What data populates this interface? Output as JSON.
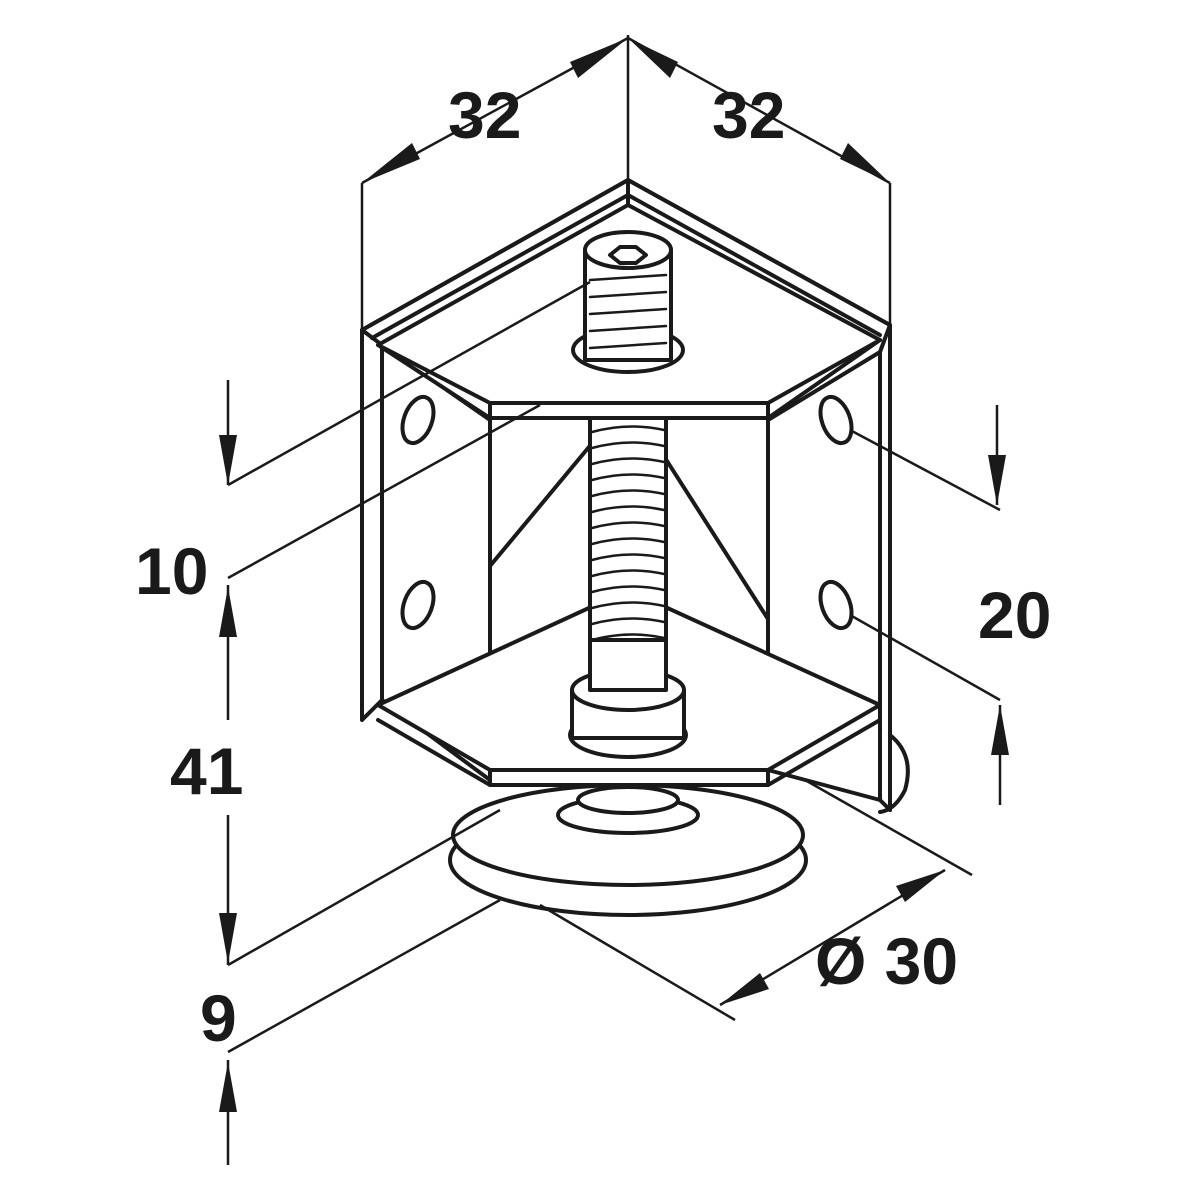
{
  "diagram": {
    "dimensions": {
      "width_left": "32",
      "width_right": "32",
      "plate_offset": "10",
      "hole_spacing": "20",
      "height": "41",
      "foot_height": "9",
      "foot_diameter": "Ø 30"
    },
    "colors": {
      "line": "#1a1a1a",
      "background": "#ffffff"
    }
  }
}
